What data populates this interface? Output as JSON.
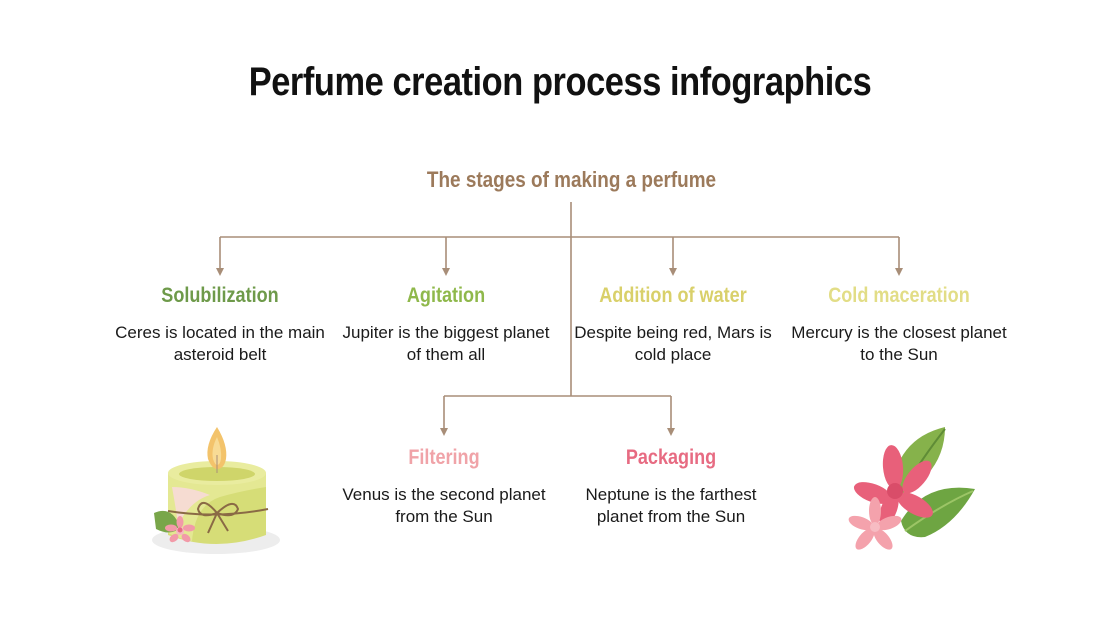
{
  "title": "Perfume creation process infographics",
  "subtitle": "The stages of making a perfume",
  "colors": {
    "connector": "#a88e78",
    "subtitle": "#9c7a5b",
    "green_dark": "#6e9a4a",
    "green_light": "#8fb84b",
    "yellow": "#d9d06a",
    "yellow_light": "#e2dd86",
    "pink_light": "#f0a3a8",
    "pink": "#e76b82"
  },
  "stages": [
    {
      "name": "Solubilization",
      "text": "Ceres is located in the main asteroid belt",
      "color": "#6e9a4a"
    },
    {
      "name": "Agitation",
      "text": "Jupiter is the biggest planet of them all",
      "color": "#8fb84b"
    },
    {
      "name": "Addition of water",
      "text": "Despite being red, Mars is cold place",
      "color": "#d9d06a"
    },
    {
      "name": "Cold maceration",
      "text": "Mercury is the closest planet to the Sun",
      "color": "#e2dd86"
    },
    {
      "name": "Filtering",
      "text": "Venus is the second planet from the Sun",
      "color": "#f0a3a8"
    },
    {
      "name": "Packaging",
      "text": "Neptune is the farthest planet from the Sun",
      "color": "#e76b82"
    }
  ],
  "illustrations": {
    "left": "candle-illustration",
    "right": "flowers-illustration"
  }
}
